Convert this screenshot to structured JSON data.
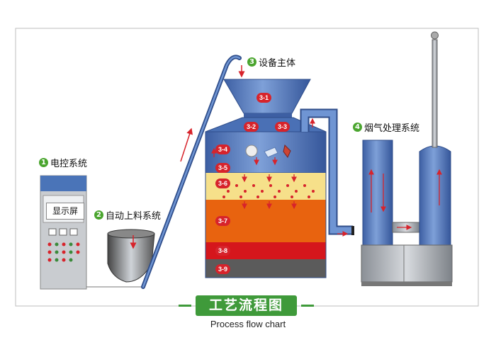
{
  "title": "工艺流程图",
  "subtitle": "Process flow chart",
  "sections": [
    {
      "num": "1",
      "label": "电控系统"
    },
    {
      "num": "2",
      "label": "自动上料系统"
    },
    {
      "num": "3",
      "label": "设备主体"
    },
    {
      "num": "4",
      "label": "烟气处理系统"
    }
  ],
  "display_label": "显示屏",
  "zone_tags": [
    "3-1",
    "3-2",
    "3-3",
    "3-4",
    "3-5",
    "3-6",
    "3-7",
    "3-8",
    "3-9"
  ],
  "colors": {
    "accent": "#3f9a3a",
    "tag_red": "#d7232b",
    "steel_blue": "#4a70b5",
    "layer_yellow": "#f6e08a",
    "layer_orange": "#e8630f",
    "layer_red": "#d5161c",
    "layer_dark": "#5b5b5b"
  }
}
